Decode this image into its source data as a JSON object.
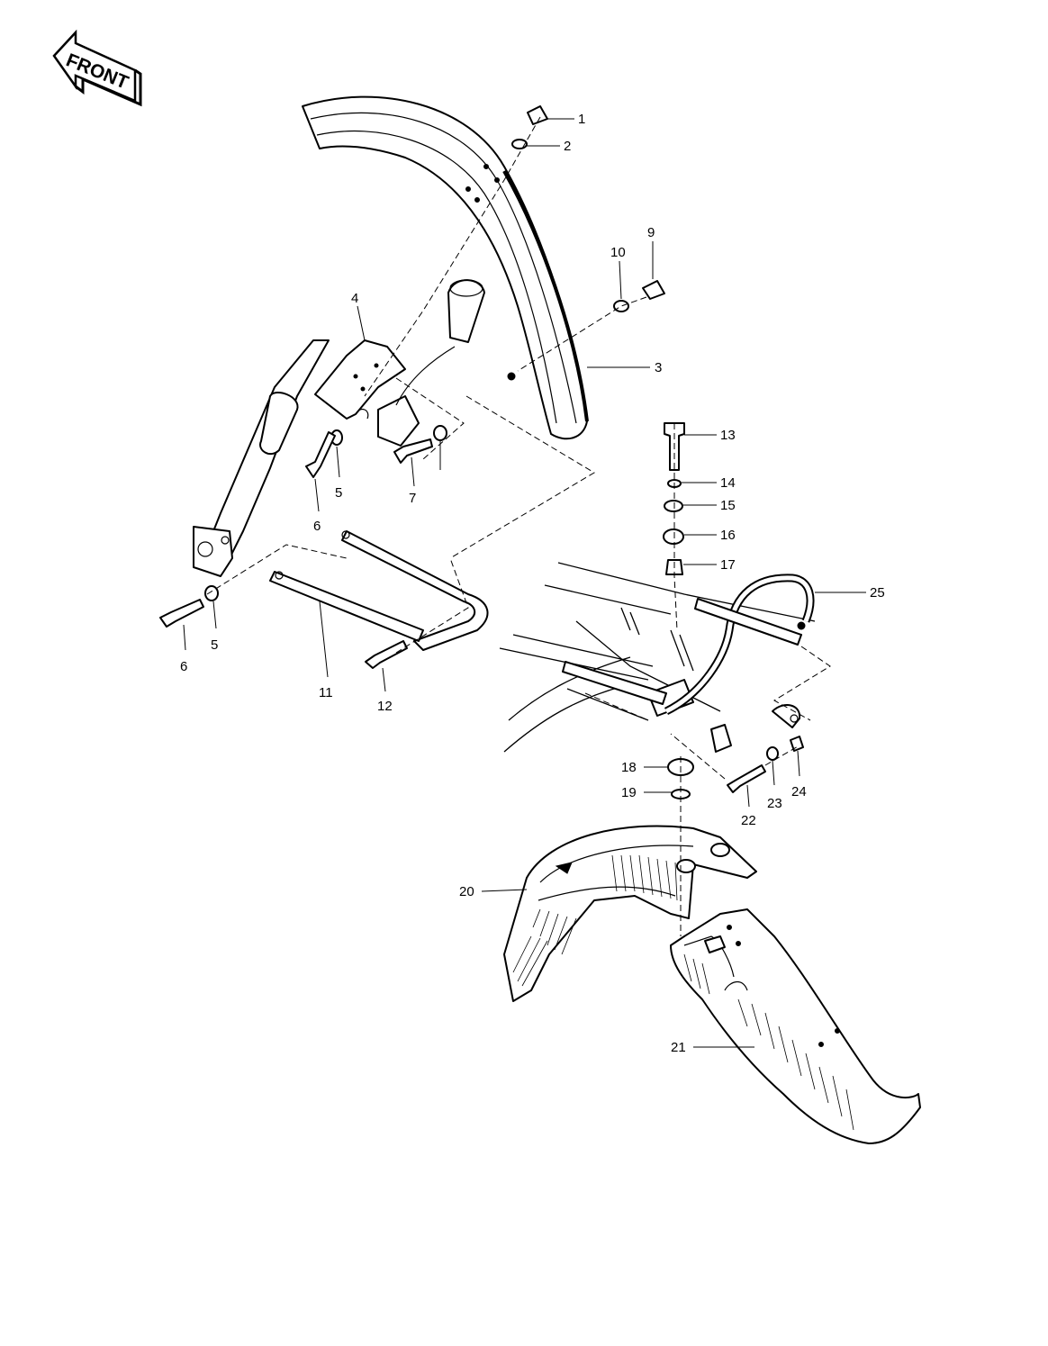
{
  "direction_arrow": {
    "label": "FRONT"
  },
  "callouts": [
    {
      "id": "c1",
      "label": "1"
    },
    {
      "id": "c2",
      "label": "2"
    },
    {
      "id": "c3",
      "label": "3"
    },
    {
      "id": "c4",
      "label": "4"
    },
    {
      "id": "c5a",
      "label": "5"
    },
    {
      "id": "c5b",
      "label": "5"
    },
    {
      "id": "c6a",
      "label": "6"
    },
    {
      "id": "c6b",
      "label": "6"
    },
    {
      "id": "c7",
      "label": "7"
    },
    {
      "id": "c9",
      "label": "9"
    },
    {
      "id": "c10",
      "label": "10"
    },
    {
      "id": "c11",
      "label": "11"
    },
    {
      "id": "c12",
      "label": "12"
    },
    {
      "id": "c13",
      "label": "13"
    },
    {
      "id": "c14",
      "label": "14"
    },
    {
      "id": "c15",
      "label": "15"
    },
    {
      "id": "c16",
      "label": "16"
    },
    {
      "id": "c17",
      "label": "17"
    },
    {
      "id": "c18",
      "label": "18"
    },
    {
      "id": "c19",
      "label": "19"
    },
    {
      "id": "c20",
      "label": "20"
    },
    {
      "id": "c21",
      "label": "21"
    },
    {
      "id": "c22",
      "label": "22"
    },
    {
      "id": "c23",
      "label": "23"
    },
    {
      "id": "c24",
      "label": "24"
    },
    {
      "id": "c25",
      "label": "25"
    }
  ]
}
